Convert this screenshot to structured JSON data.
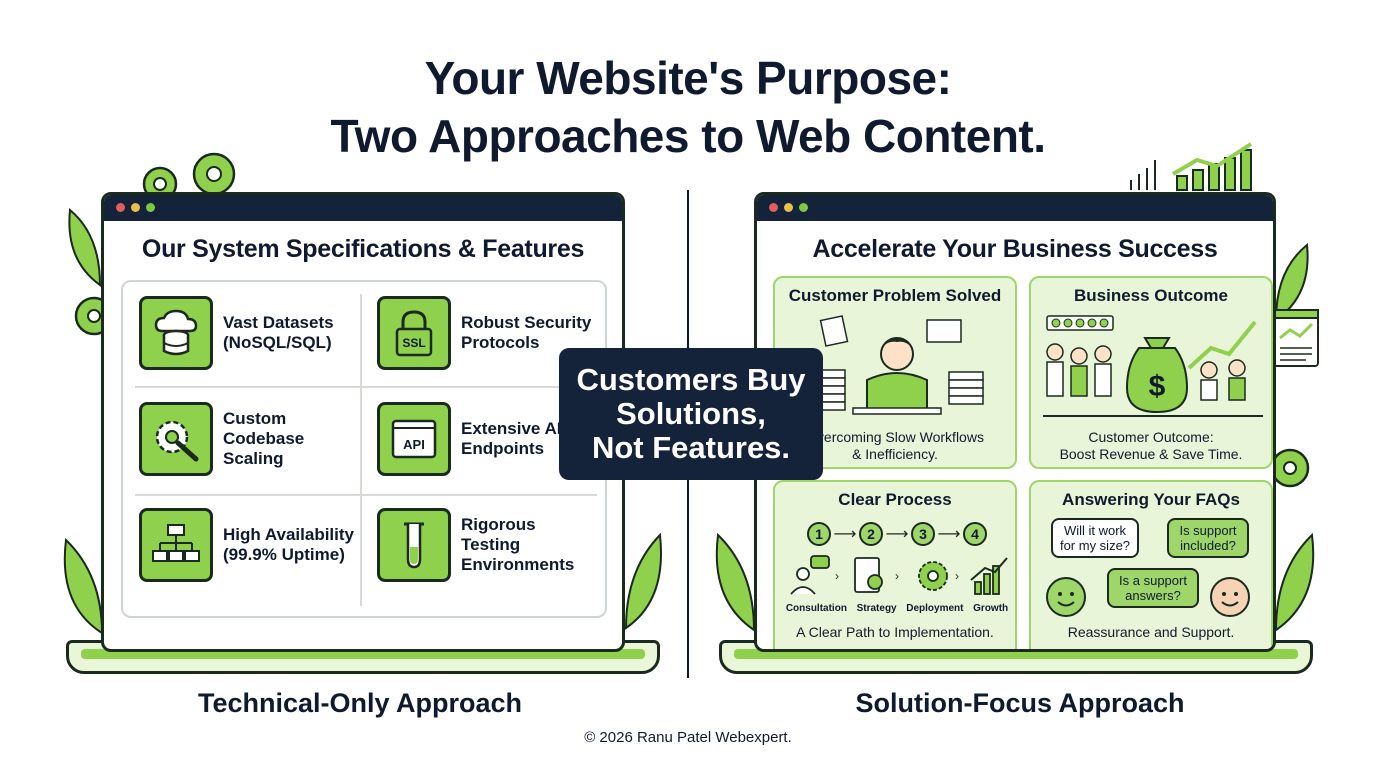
{
  "title": {
    "line1": "Your Website's Purpose:",
    "line2": "Two Approaches to Web Content."
  },
  "left_window": {
    "heading": "Our System Specifications & Features",
    "features": [
      {
        "label": "Vast Datasets\n(NoSQL/SQL)",
        "icon": "database-cloud-icon"
      },
      {
        "label": "Robust Security\nProtocols",
        "icon": "ssl-lock-icon",
        "icon_text": "SSL"
      },
      {
        "label": "Custom\nCodebase\nScaling",
        "icon": "gear-wrench-icon"
      },
      {
        "label": "Extensive API\nEndpoints",
        "icon": "api-window-icon",
        "icon_text": "API"
      },
      {
        "label": "High Availability\n(99.9% Uptime)",
        "icon": "network-hierarchy-icon"
      },
      {
        "label": "Rigorous\nTesting\nEnvironments",
        "icon": "test-tube-icon"
      }
    ]
  },
  "right_window": {
    "heading": "Accelerate Your Business Success",
    "panels": {
      "problem": {
        "title": "Customer Problem Solved",
        "caption": "Overcoming Slow Workflows\n& Inefficiency."
      },
      "outcome": {
        "title": "Business Outcome",
        "caption": "Customer Outcome:\nBoost Revenue & Save Time.",
        "dollar": "$"
      },
      "process": {
        "title": "Clear Process",
        "steps": [
          "1",
          "2",
          "3",
          "4"
        ],
        "labels": [
          "Consultation",
          "Strategy",
          "Deployment",
          "Growth"
        ],
        "caption": "A Clear Path to Implementation."
      },
      "faq": {
        "title": "Answering Your FAQs",
        "bubbles": [
          "Will it work\nfor my size?",
          "Is support\nincluded?",
          "Is a support\nanswers?"
        ],
        "caption": "Reassurance and Support."
      }
    }
  },
  "callout": "Customers Buy\nSolutions,\nNot Features.",
  "approaches": {
    "left": "Technical-Only Approach",
    "right": "Solution-Focus Approach"
  },
  "footer": "© 2026 Ranu Patel Webexpert.",
  "colors": {
    "navy": "#15233a",
    "green": "#8fd04c",
    "light_green": "#e9f5d8",
    "outline": "#1b2a1e"
  }
}
